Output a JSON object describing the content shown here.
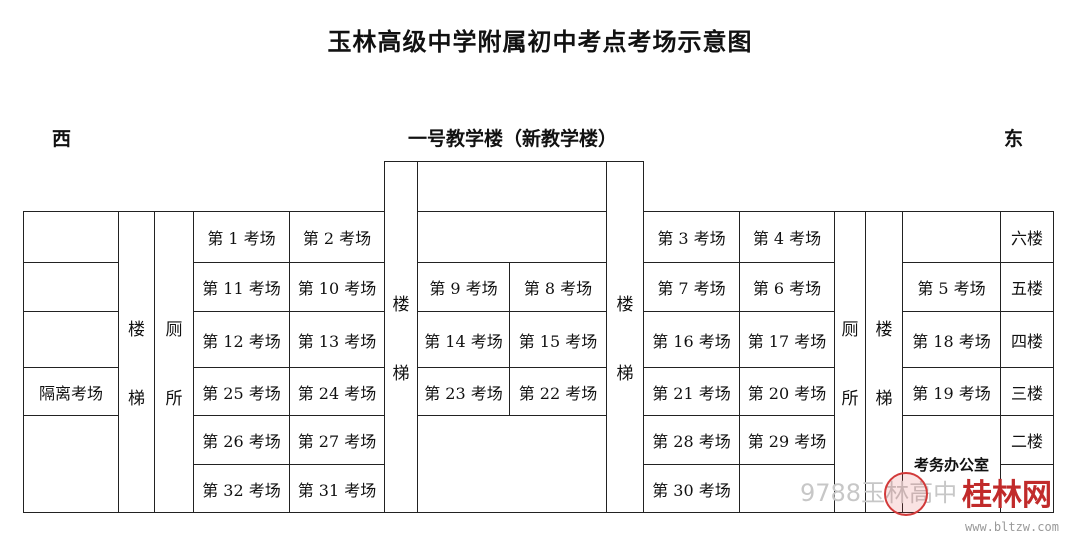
{
  "title": "玉林高级中学附属初中考点考场示意图",
  "west_label": "西",
  "east_label": "东",
  "building_label": "一号教学楼（新教学楼）",
  "stair_chars": [
    "楼",
    "梯"
  ],
  "toilet_chars": [
    "厕",
    "所"
  ],
  "isolation_room": "隔离考场",
  "office_label": "考务办公室",
  "floors": [
    "六楼",
    "五楼",
    "四楼",
    "三楼",
    "二楼"
  ],
  "rooms": {
    "r1": "第 1 考场",
    "r2": "第 2 考场",
    "r3": "第 3 考场",
    "r4": "第 4 考场",
    "r5": "第 5 考场",
    "r6": "第 6 考场",
    "r7": "第 7 考场",
    "r8": "第 8 考场",
    "r9": "第 9 考场",
    "r10": "第 10 考场",
    "r11": "第 11 考场",
    "r12": "第 12 考场",
    "r13": "第 13 考场",
    "r14": "第 14 考场",
    "r15": "第 15 考场",
    "r16": "第 16 考场",
    "r17": "第 17 考场",
    "r18": "第 18 考场",
    "r19": "第 19 考场",
    "r20": "第 20 考场",
    "r21": "第 21 考场",
    "r22": "第 22 考场",
    "r23": "第 23 考场",
    "r24": "第 24 考场",
    "r25": "第 25 考场",
    "r26": "第 26 考场",
    "r27": "第 27 考场",
    "r28": "第 28 考场",
    "r29": "第 29 考场",
    "r30": "第 30 考场",
    "r31": "第 31 考场",
    "r32": "第 32 考场"
  },
  "watermark": {
    "account": "9788玉林高中",
    "site": "桂林网",
    "url": "www.bltzw.com"
  }
}
